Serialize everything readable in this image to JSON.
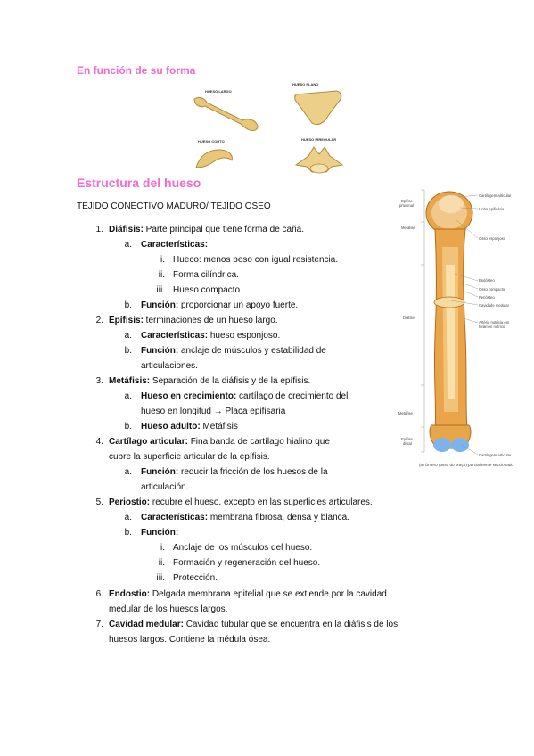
{
  "section1": {
    "title": "En función de su forma"
  },
  "bone_types": {
    "long": "HUESO LARGO",
    "flat": "HUESO PLANO",
    "short": "HUESO CORTO",
    "irregular": "HUESO IRREGULAR"
  },
  "section2": {
    "title": "Estructura del hueso"
  },
  "subtitle": "TEJIDO CONECTIVO MADURO/ TEJIDO ÓSEO",
  "items": {
    "i1_num": "1.",
    "i1_term": "Diáfisis:",
    "i1_text": " Parte principal que tiene forma de caña.",
    "i1a_num": "a.",
    "i1a_term": "Características:",
    "i1a1_num": "i.",
    "i1a1_text": "Hueco: menos peso con igual resistencia.",
    "i1a2_num": "ii.",
    "i1a2_text": "Forma cilíndrica.",
    "i1a3_num": "iii.",
    "i1a3_text": "Hueso compacto",
    "i1b_num": "b.",
    "i1b_term": "Función:",
    "i1b_text": " proporcionar un apoyo fuerte.",
    "i2_num": "2.",
    "i2_term": "Epífisis:",
    "i2_text": " terminaciones de un hueso largo.",
    "i2a_num": "a.",
    "i2a_term": "Características:",
    "i2a_text": " hueso esponjoso.",
    "i2b_num": "b.",
    "i2b_term": "Función:",
    "i2b_text": " anclaje de músculos y estabilidad de",
    "i2b_text2": "articulaciones.",
    "i3_num": "3.",
    "i3_term": "Metáfisis:",
    "i3_text": " Separación de la diáfisis y de la epífisis.",
    "i3a_num": "a.",
    "i3a_term": "Hueso en crecimiento:",
    "i3a_text": " cartílago de crecimiento del",
    "i3a_text2": "hueso en longitud → Placa epifisaria",
    "i3b_num": "b.",
    "i3b_term": "Hueso adulto:",
    "i3b_text": " Metáfisis",
    "i4_num": "4.",
    "i4_term": "Cartílago articular:",
    "i4_text": " Fina banda de cartílago hialino que",
    "i4_text2": "cubre la superficie articular de la epífisis.",
    "i4a_num": "a.",
    "i4a_term": "Función:",
    "i4a_text": " reducir la fricción de los huesos de la",
    "i4a_text2": "articulación.",
    "i5_num": "5.",
    "i5_term": "Periostio:",
    "i5_text": " recubre el hueso, excepto en las superficies articulares.",
    "i5a_num": "a.",
    "i5a_term": "Características:",
    "i5a_text": "  membrana fibrosa, densa y blanca.",
    "i5b_num": "b.",
    "i5b_term": "Función:",
    "i5b1_num": "i.",
    "i5b1_text": "Anclaje de los músculos del hueso.",
    "i5b2_num": "ii.",
    "i5b2_text": "Formación y regeneración del hueso.",
    "i5b3_num": "iii.",
    "i5b3_text": "Protección.",
    "i6_num": "6.",
    "i6_term": "Endostio:",
    "i6_text": " Delgada membrana epitelial que se extiende por la cavidad",
    "i6_text2": "medular de los huesos largos.",
    "i7_num": "7.",
    "i7_term": "Cavidad medular:",
    "i7_text": " Cavidad tubular que se encuentra en la diáfisis de los",
    "i7_text2": "huesos largos. Contiene la médula ósea."
  },
  "anatomy": {
    "left": {
      "epifise_proximal_1": "Epífise",
      "epifise_proximal_2": "proximal",
      "metafise_top": "Metáfise",
      "diafise": "Diáfise",
      "metafise_bottom": "Metáfise",
      "epifise_distal_1": "Epífise",
      "epifise_distal_2": "distal"
    },
    "right": {
      "cartilagem_top": "Cartilagem articular",
      "linha": "Linha epifisária",
      "osso_esponjoso": "Osso esponjoso",
      "endosteo": "Endósteo",
      "osso_compacto": "Osso compacto",
      "periosteo": "Periósteo",
      "cavidade": "Cavidade medular",
      "arteria1": "Artéria nutrícia em",
      "arteria2": "forâmen nutrício",
      "cartilagem_bottom": "Cartilagem articular"
    },
    "caption": "(a) Úmero (osso do braço) parcialmente seccionado"
  }
}
